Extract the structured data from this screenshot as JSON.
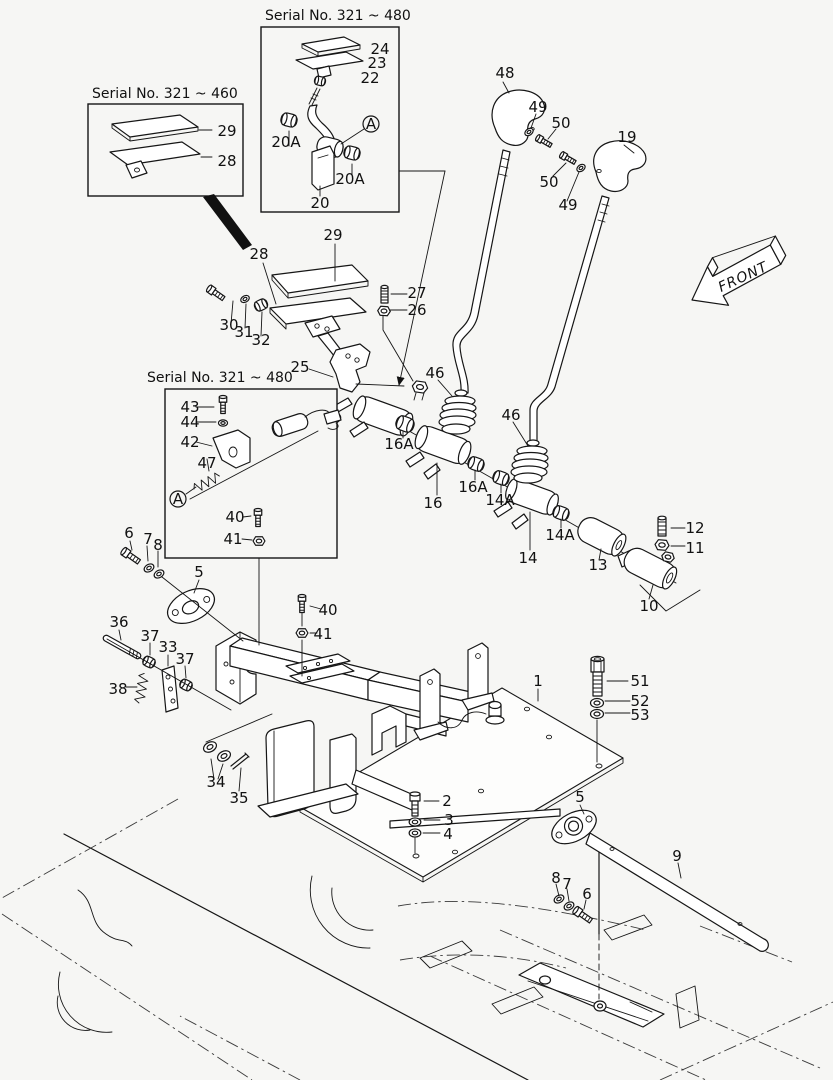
{
  "diagram": {
    "front_marker": "FRONT",
    "ref_marker": "A",
    "insets": {
      "box_460": {
        "title": "Serial No. 321 ~ 460"
      },
      "box_480_pedal": {
        "title": "Serial No. 321 ~ 480"
      },
      "box_480_switch": {
        "title": "Serial No. 321 ~ 480"
      }
    },
    "labels": {
      "n1": "1",
      "n2": "2",
      "n3": "3",
      "n4": "4",
      "n5": "5",
      "n6": "6",
      "n7": "7",
      "n8": "8",
      "n9": "9",
      "n10": "10",
      "n11": "11",
      "n12": "12",
      "n13": "13",
      "n14": "14",
      "n14A": "14A",
      "n16": "16",
      "n16A": "16A",
      "n19": "19",
      "n20": "20",
      "n20A": "20A",
      "n22": "22",
      "n23": "23",
      "n24": "24",
      "n25": "25",
      "n26": "26",
      "n27": "27",
      "n28": "28",
      "n29": "29",
      "n30": "30",
      "n31": "31",
      "n32": "32",
      "n33": "33",
      "n34": "34",
      "n35": "35",
      "n36": "36",
      "n37": "37",
      "n38": "38",
      "n40": "40",
      "n41": "41",
      "n42": "42",
      "n43": "43",
      "n44": "44",
      "n46": "46",
      "n47": "47",
      "n48": "48",
      "n49": "49",
      "n50": "50",
      "n51": "51",
      "n52": "52",
      "n53": "53"
    }
  }
}
